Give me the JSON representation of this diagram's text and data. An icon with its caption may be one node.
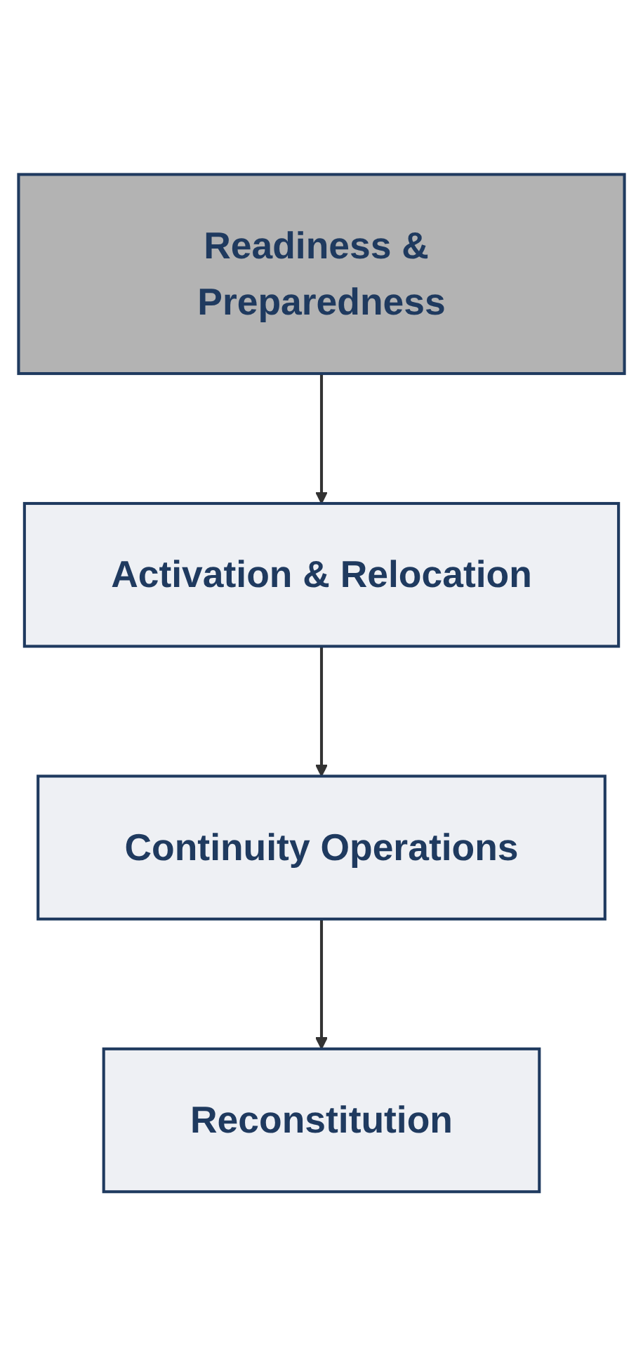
{
  "diagram": {
    "nodes": [
      {
        "text": [
          "Readiness & Preparedness"
        ]
      },
      {
        "text": [
          "Activation & Relocation"
        ]
      },
      {
        "text": [
          "Continuity Operations"
        ]
      },
      {
        "text": [
          "Reconstitution"
        ]
      }
    ],
    "edges": [
      {
        "from": 0,
        "to": 1,
        "arrow": "to"
      },
      {
        "from": 1,
        "to": 2,
        "arrow": "to"
      },
      {
        "from": 2,
        "to": 3,
        "arrow": "to"
      }
    ]
  }
}
